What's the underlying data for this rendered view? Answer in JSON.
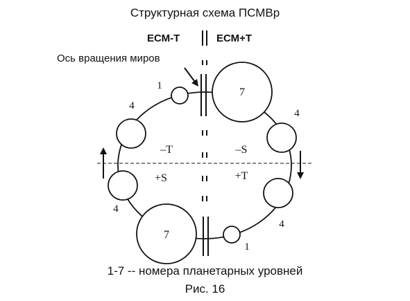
{
  "title": "Структурная схема ПСМВр",
  "left_header": "ЕСМ-Т",
  "right_header": "ЕСМ+Т",
  "axis_label": "Ось вращения миров",
  "quadrants": {
    "upper_left": "–Т",
    "upper_right": "–S",
    "lower_left": "+S",
    "lower_right": "+T"
  },
  "circle_labels": {
    "big_top": "7",
    "big_bottom": "7",
    "small_top": "1",
    "small_bottom": "1",
    "left_upper": "4",
    "left_lower": "4",
    "right_upper": "4",
    "right_lower": "4"
  },
  "caption_line1": "1-7 -- номера планетарных уровней",
  "caption_line2": "Рис. 16"
}
